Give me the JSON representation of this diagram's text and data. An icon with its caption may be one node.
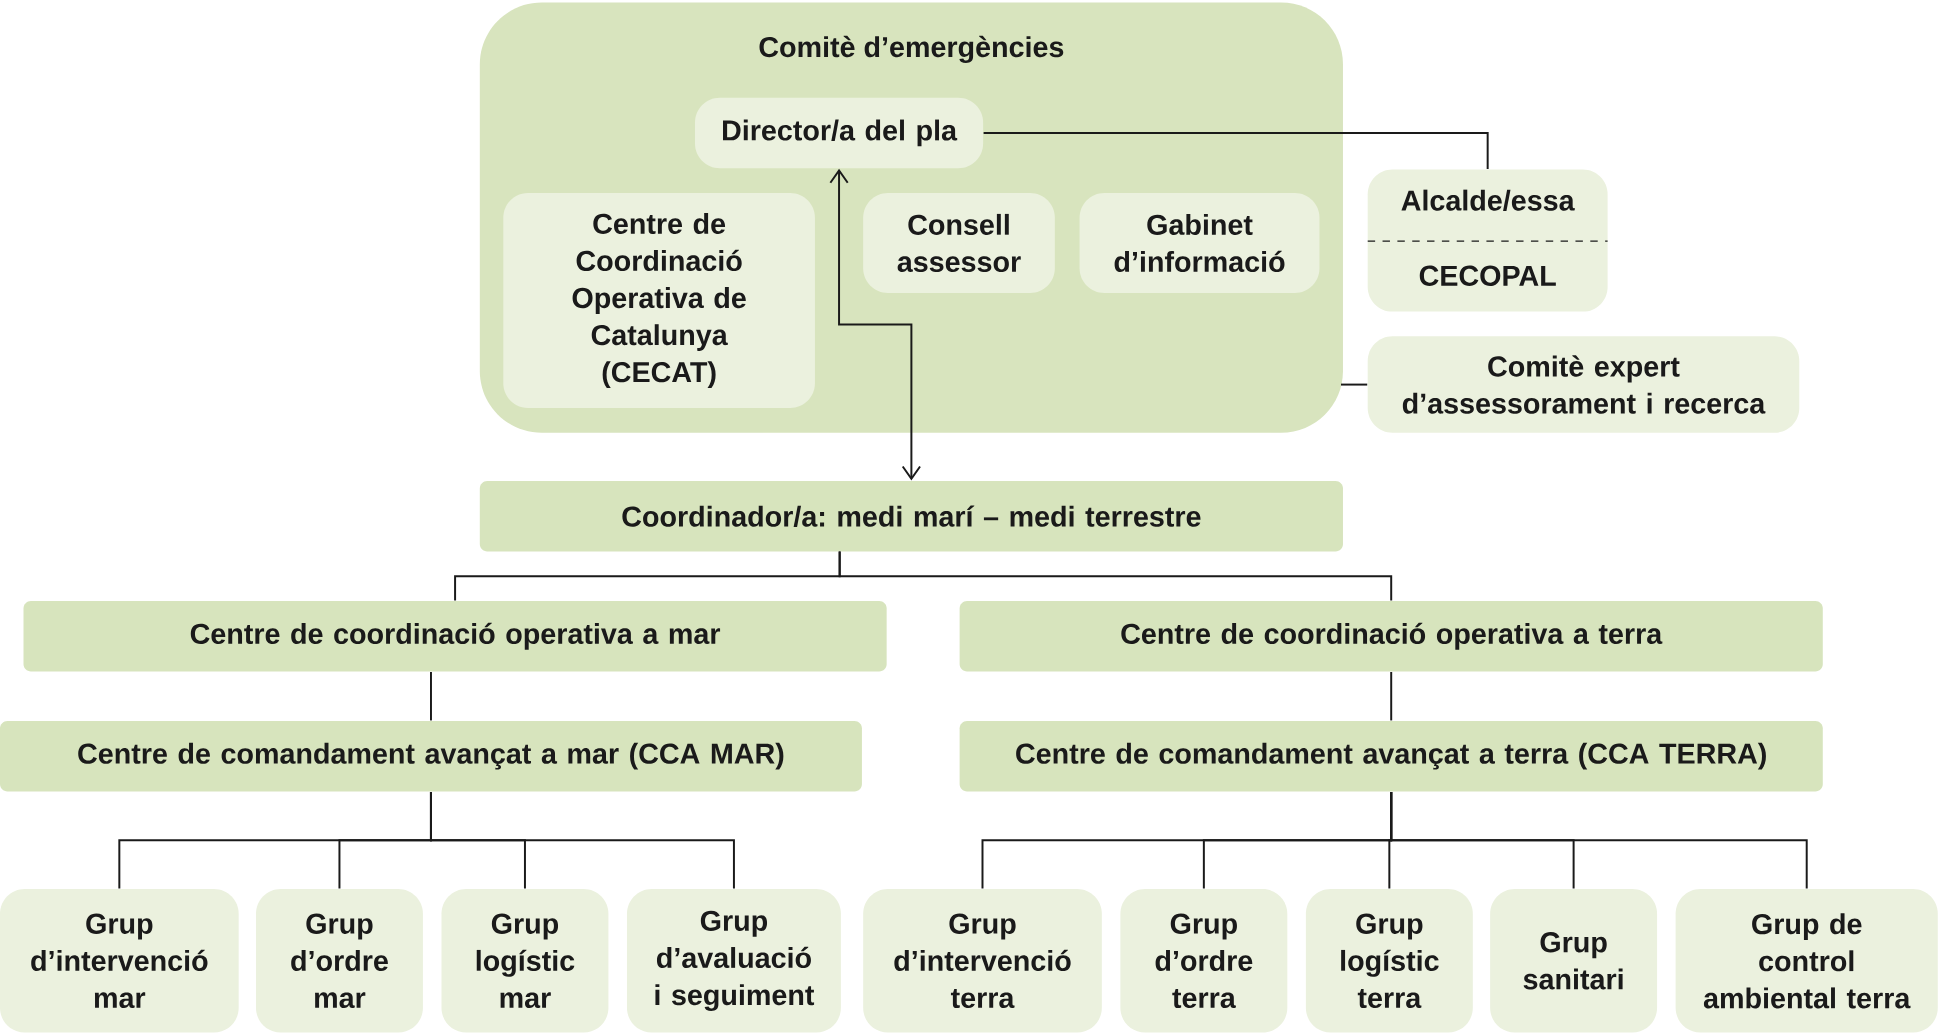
{
  "diagram": {
    "nodes": [
      {
        "text": [
          "Comitè d’emergències"
        ]
      },
      {
        "text": [
          "Director/a del pla"
        ],
        "in": 0
      },
      {
        "text": [
          "Centre de Coordinació Operativa de Catalunya (CECAT)"
        ],
        "in": 0
      },
      {
        "text": [
          "Consell assessor"
        ],
        "in": 0
      },
      {
        "text": [
          "Gabinet d’informació"
        ],
        "in": 0
      },
      {
        "text": [
          "Alcalde/essa",
          "CECOPAL"
        ]
      },
      {
        "text": [
          "Comitè expert d’assessorament i recerca"
        ]
      },
      {
        "text": [
          "Coordinador/a: medi marí – medi terrestre"
        ]
      },
      {
        "text": [
          "Centre de coordinació operativa a mar"
        ]
      },
      {
        "text": [
          "Centre de coordinació operativa a terra"
        ]
      },
      {
        "text": [
          "Centre de comandament avançat a mar (CCA MAR)"
        ]
      },
      {
        "text": [
          "Centre de comandament avançat a terra (CCA TERRA)"
        ]
      },
      {
        "text": [
          "Grup d’intervenció mar"
        ]
      },
      {
        "text": [
          "Grup d’ordre mar"
        ]
      },
      {
        "text": [
          "Grup logístic mar"
        ]
      },
      {
        "text": [
          "Grup d’avaluació i seguiment"
        ]
      },
      {
        "text": [
          "Grup d’intervenció terra"
        ]
      },
      {
        "text": [
          "Grup d’ordre terra"
        ]
      },
      {
        "text": [
          "Grup logístic terra"
        ]
      },
      {
        "text": [
          "Grup sanitari"
        ]
      },
      {
        "text": [
          "Grup de control ambiental terra"
        ]
      }
    ],
    "edges": [
      {
        "from": 1,
        "to": 5,
        "arrow": "none"
      },
      {
        "from": 0,
        "to": 6,
        "arrow": "none"
      },
      {
        "from": 1,
        "to": 7,
        "arrow": "both"
      },
      {
        "from": 7,
        "to": 8,
        "arrow": "none"
      },
      {
        "from": 7,
        "to": 9,
        "arrow": "none"
      },
      {
        "from": 8,
        "to": 10,
        "arrow": "none"
      },
      {
        "from": 9,
        "to": 11,
        "arrow": "none"
      },
      {
        "from": 10,
        "to": 12,
        "arrow": "none"
      },
      {
        "from": 10,
        "to": 13,
        "arrow": "none"
      },
      {
        "from": 10,
        "to": 14,
        "arrow": "none"
      },
      {
        "from": 10,
        "to": 15,
        "arrow": "none"
      },
      {
        "from": 11,
        "to": 16,
        "arrow": "none"
      },
      {
        "from": 11,
        "to": 17,
        "arrow": "none"
      },
      {
        "from": 11,
        "to": 18,
        "arrow": "none"
      },
      {
        "from": 11,
        "to": 19,
        "arrow": "none"
      },
      {
        "from": 11,
        "to": 20,
        "arrow": "none"
      }
    ]
  }
}
